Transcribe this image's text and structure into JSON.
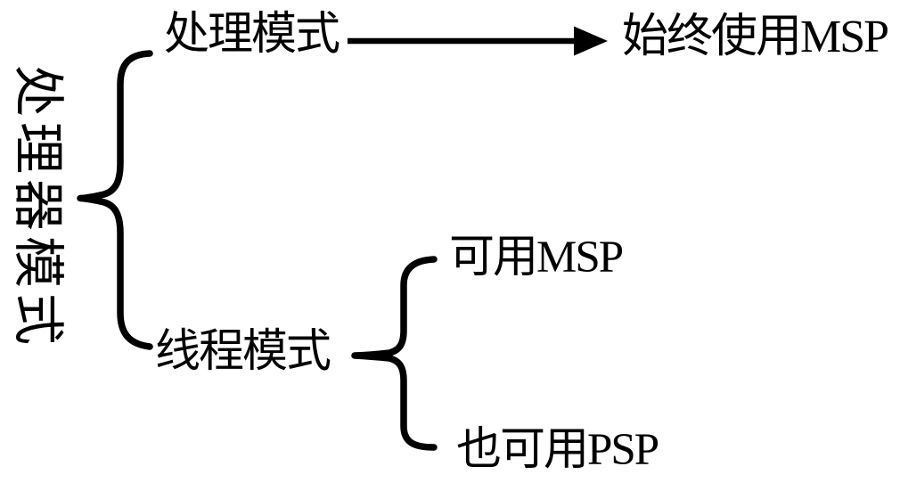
{
  "diagram": {
    "title_hint": "processor-modes-branch-diagram",
    "root": {
      "label": "处理器模式"
    },
    "branches": [
      {
        "label": "处理模式",
        "result": "始终使用MSP"
      },
      {
        "label": "线程模式",
        "children": [
          {
            "label": "可用MSP"
          },
          {
            "label": "也可用PSP"
          }
        ]
      }
    ],
    "connectors": {
      "big_brace": "curly-brace-left",
      "small_brace": "curly-brace-left",
      "arrow": "solid-right-arrow"
    },
    "colors": {
      "ink": "#000000",
      "background": "#ffffff"
    }
  }
}
